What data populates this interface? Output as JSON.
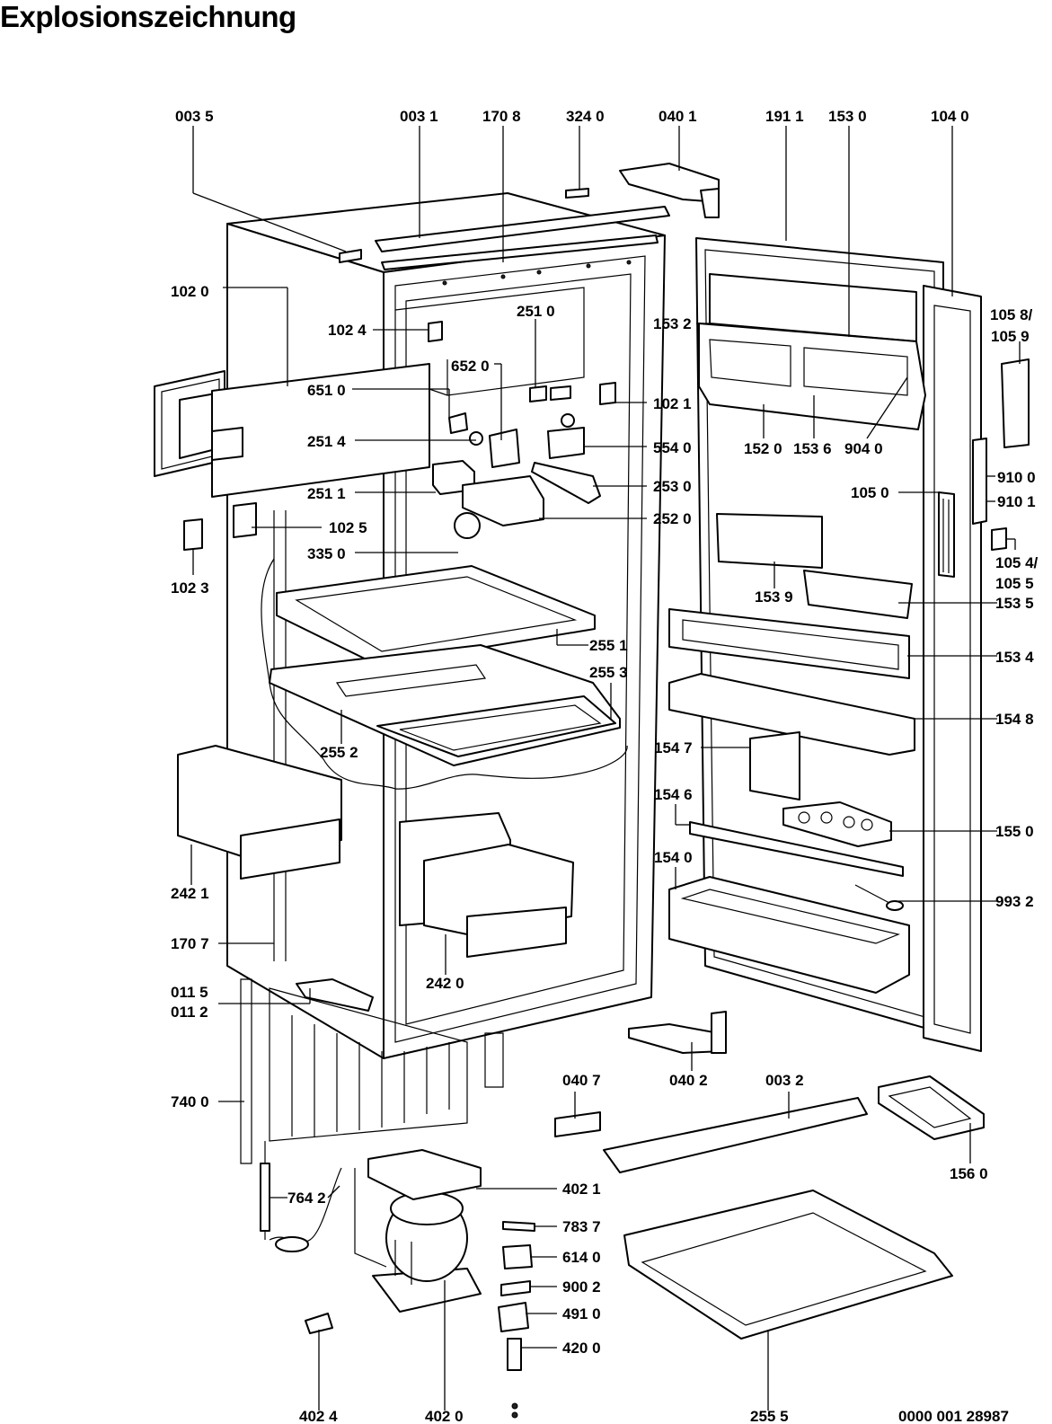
{
  "title": "Explosionszeichnung",
  "drawing_number": "0000 001 28987",
  "labels": [
    {
      "id": "l0035a",
      "text": "003 5"
    },
    {
      "id": "l0031",
      "text": "003 1"
    },
    {
      "id": "l1708",
      "text": "170 8"
    },
    {
      "id": "l3240",
      "text": "324 0"
    },
    {
      "id": "l0401",
      "text": "040 1"
    },
    {
      "id": "l1911",
      "text": "191 1"
    },
    {
      "id": "l1530",
      "text": "153 0"
    },
    {
      "id": "l1040",
      "text": "104 0"
    },
    {
      "id": "l1020",
      "text": "102 0"
    },
    {
      "id": "l1024",
      "text": "102 4"
    },
    {
      "id": "l2510",
      "text": "251 0"
    },
    {
      "id": "l6520",
      "text": "652 0"
    },
    {
      "id": "l6510",
      "text": "651 0"
    },
    {
      "id": "l1021",
      "text": "102 1"
    },
    {
      "id": "l2514",
      "text": "251 4"
    },
    {
      "id": "l5540",
      "text": "554 0"
    },
    {
      "id": "l2511",
      "text": "251 1"
    },
    {
      "id": "l2530",
      "text": "253 0"
    },
    {
      "id": "l1025",
      "text": "102 5"
    },
    {
      "id": "l2520",
      "text": "252 0"
    },
    {
      "id": "l3350",
      "text": "335 0"
    },
    {
      "id": "l1023",
      "text": "102 3"
    },
    {
      "id": "l1532",
      "text": "153 2"
    },
    {
      "id": "l1520",
      "text": "152 0"
    },
    {
      "id": "l1536",
      "text": "153 6"
    },
    {
      "id": "l9040",
      "text": "904 0"
    },
    {
      "id": "l1058",
      "text": "105 8/"
    },
    {
      "id": "l1059",
      "text": "105 9"
    },
    {
      "id": "l9100",
      "text": "910 0"
    },
    {
      "id": "l9101",
      "text": "910 1"
    },
    {
      "id": "l1050",
      "text": "105 0"
    },
    {
      "id": "l1054",
      "text": "105 4/"
    },
    {
      "id": "l1055",
      "text": "105 5"
    },
    {
      "id": "l1539",
      "text": "153 9"
    },
    {
      "id": "l1535",
      "text": "153 5"
    },
    {
      "id": "l2551",
      "text": "255 1"
    },
    {
      "id": "l2553",
      "text": "255 3"
    },
    {
      "id": "l1534",
      "text": "153 4"
    },
    {
      "id": "l2552",
      "text": "255 2"
    },
    {
      "id": "l1548",
      "text": "154 8"
    },
    {
      "id": "l1547",
      "text": "154 7"
    },
    {
      "id": "l1546",
      "text": "154 6"
    },
    {
      "id": "l1550",
      "text": "155 0"
    },
    {
      "id": "l2421",
      "text": "242 1"
    },
    {
      "id": "l1540",
      "text": "154 0"
    },
    {
      "id": "l9932",
      "text": "993 2"
    },
    {
      "id": "l1707",
      "text": "170 7"
    },
    {
      "id": "l2420",
      "text": "242 0"
    },
    {
      "id": "l0115",
      "text": "011 5"
    },
    {
      "id": "l0112",
      "text": "011 2"
    },
    {
      "id": "l0407",
      "text": "040 7"
    },
    {
      "id": "l0402",
      "text": "040 2"
    },
    {
      "id": "l0032",
      "text": "003 2"
    },
    {
      "id": "l1560",
      "text": "156 0"
    },
    {
      "id": "l7400",
      "text": "740 0"
    },
    {
      "id": "l4021",
      "text": "402 1"
    },
    {
      "id": "l7642",
      "text": "764 2"
    },
    {
      "id": "l7837",
      "text": "783 7"
    },
    {
      "id": "l6140",
      "text": "614 0"
    },
    {
      "id": "l9002",
      "text": "900 2"
    },
    {
      "id": "l4910",
      "text": "491 0"
    },
    {
      "id": "l4200",
      "text": "420 0"
    },
    {
      "id": "l4024",
      "text": "402 4"
    },
    {
      "id": "l4020",
      "text": "402 0"
    },
    {
      "id": "l2555",
      "text": "255 5"
    }
  ]
}
